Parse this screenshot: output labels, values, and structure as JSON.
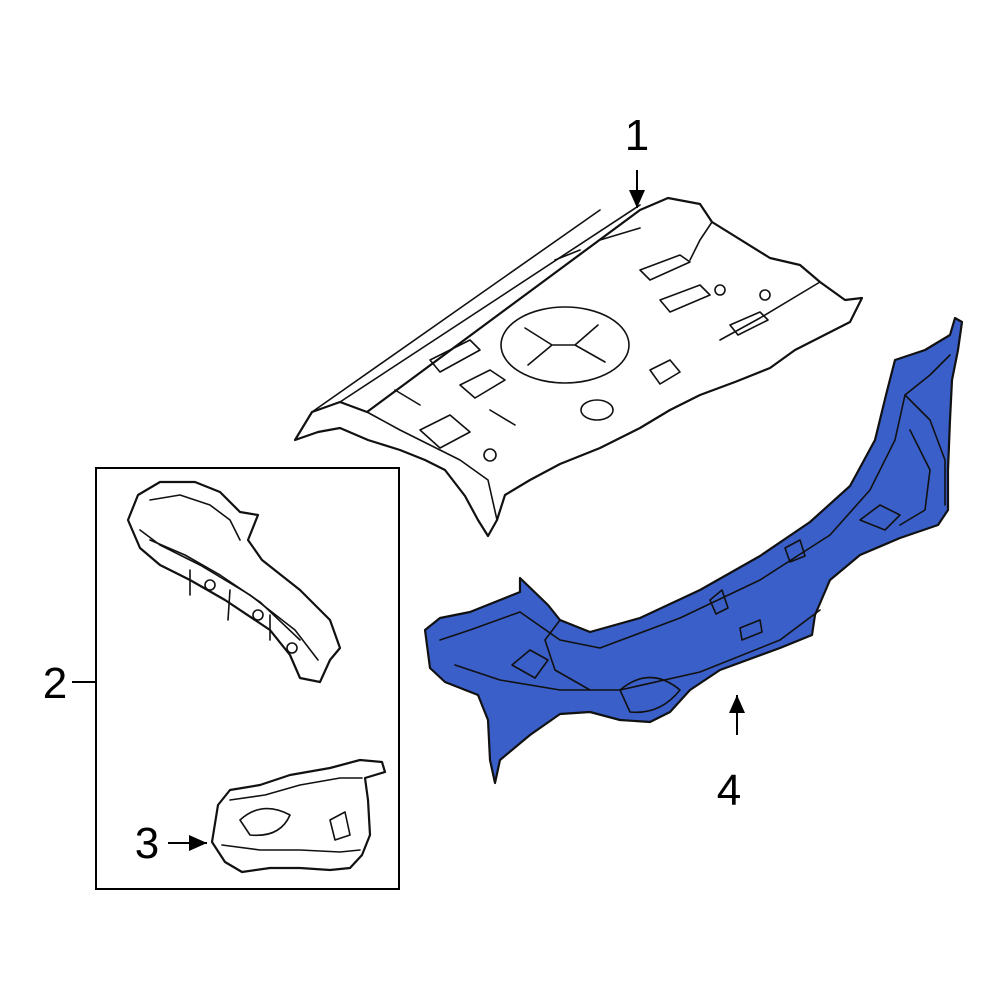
{
  "diagram": {
    "callouts": [
      {
        "id": "1",
        "label": "1"
      },
      {
        "id": "2",
        "label": "2"
      },
      {
        "id": "3",
        "label": "3"
      },
      {
        "id": "4",
        "label": "4"
      }
    ],
    "colors": {
      "highlight_fill": "#3a5fc8",
      "line": "#111111",
      "background": "#ffffff"
    }
  }
}
